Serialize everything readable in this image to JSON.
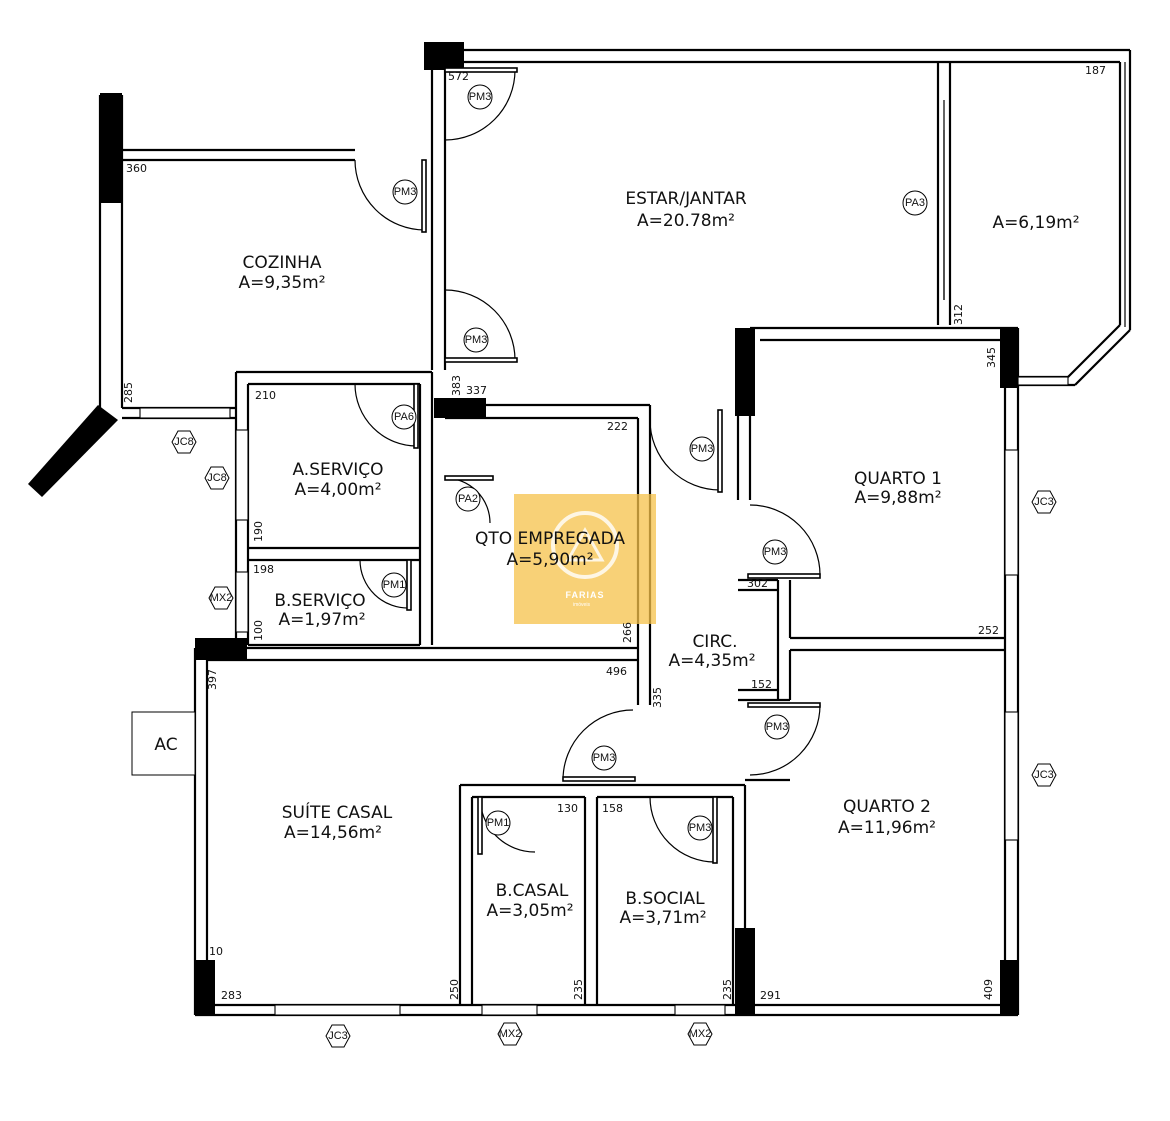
{
  "rooms": {
    "estar": {
      "name": "ESTAR/JANTAR",
      "area": "A=20.78m²"
    },
    "varanda": {
      "area": "A=6,19m²"
    },
    "cozinha": {
      "name": "COZINHA",
      "area": "A=9,35m²"
    },
    "servico": {
      "name": "A.SERVIÇO",
      "area": "A=4,00m²"
    },
    "qto_empregada": {
      "name": "QTO EMPREGADA",
      "area": "A=5,90m²"
    },
    "quarto1": {
      "name": "QUARTO 1",
      "area": "A=9,88m²"
    },
    "bservico": {
      "name": "B.SERVIÇO",
      "area": "A=1,97m²"
    },
    "circ": {
      "name": "CIRC.",
      "area": "A=4,35m²"
    },
    "suite": {
      "name": "SUÍTE CASAL",
      "area": "A=14,56m²"
    },
    "bcasal": {
      "name": "B.CASAL",
      "area": "A=3,05m²"
    },
    "bsocial": {
      "name": "B.SOCIAL",
      "area": "A=3,71m²"
    },
    "quarto2": {
      "name": "QUARTO 2",
      "area": "A=11,96m²"
    }
  },
  "ac": "AC",
  "dimensions": {
    "d572": "572",
    "d187": "187",
    "d360": "360",
    "d312": "312",
    "d285": "285",
    "d383": "383",
    "d337": "337",
    "d345": "345",
    "d210": "210",
    "d222": "222",
    "d190": "190",
    "d198": "198",
    "d302": "302",
    "d100": "100",
    "d266": "266",
    "d252": "252",
    "d496": "496",
    "d335": "335",
    "d397": "397",
    "d152": "152",
    "d130": "130",
    "d158": "158",
    "d10": "10",
    "d283": "283",
    "d250": "250",
    "d235a": "235",
    "d235b": "235",
    "d291": "291",
    "d409": "409"
  },
  "tags": {
    "pm3_estar": "PM3",
    "pm3_cozinha": "PM3",
    "pa3": "PA3",
    "pm3_cozinha2": "PM3",
    "pa6": "PA6",
    "pa2": "PA2",
    "jc8a": "JC8",
    "jc8b": "JC8",
    "pm1_bserv": "PM1",
    "mx2_left": "MX2",
    "pm3_q1a": "PM3",
    "pm3_q1b": "PM3",
    "jc3_q1": "JC3",
    "pm3_suite": "PM3",
    "pm3_q2": "PM3",
    "jc3_q2": "JC3",
    "pm1_bcasal": "PM1",
    "pm3_bsocial": "PM3",
    "jc3_bottom": "JC3",
    "mx2_b1": "MX2",
    "mx2_b2": "MX2"
  },
  "watermark": {
    "brand": "FARIAS",
    "sub": "imóveis"
  },
  "colors": {
    "wall": "#000000",
    "watermark": "#f5c24a"
  }
}
